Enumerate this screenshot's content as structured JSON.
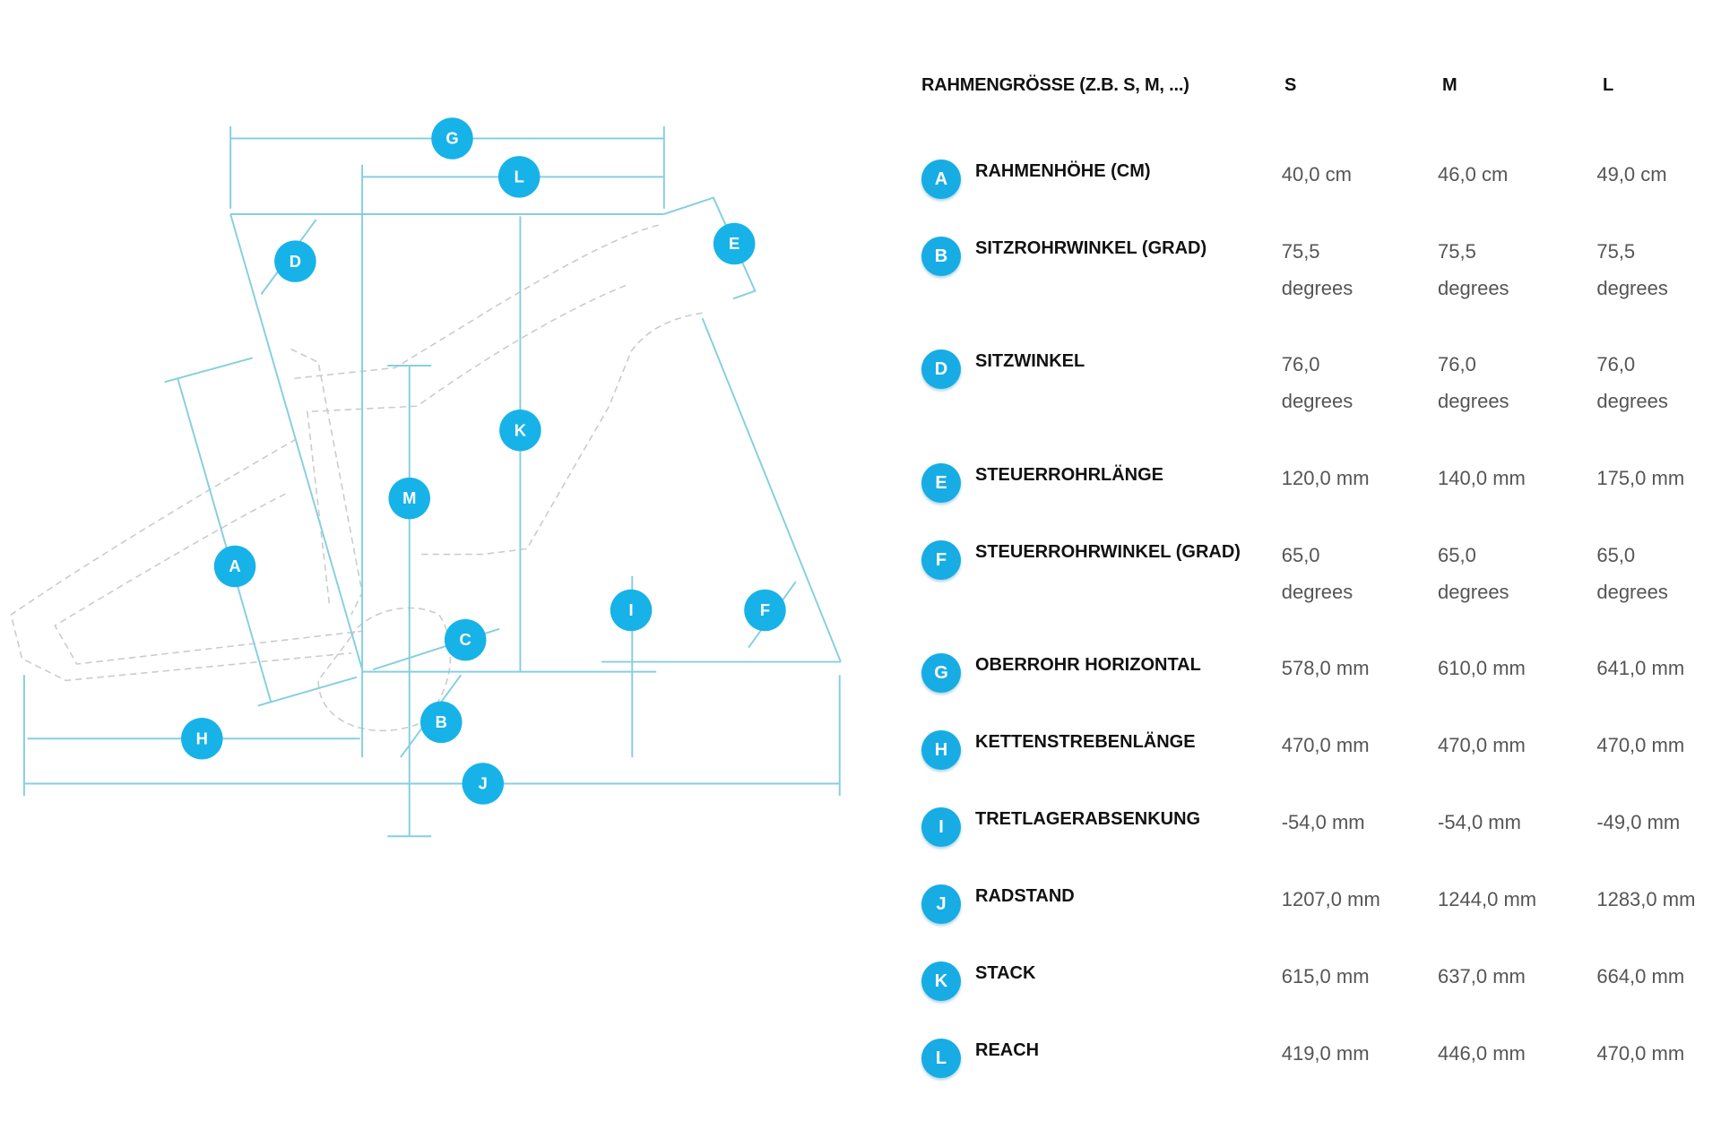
{
  "table": {
    "header": {
      "size_label": "RAHMENGRÖSSE (Z.B. S, M, ...)",
      "sizes": [
        "S",
        "M",
        "L"
      ]
    },
    "rows": [
      {
        "letter": "A",
        "label": "RAHMENHÖHE (CM)",
        "values": [
          "40,0 cm",
          "46,0 cm",
          "49,0 cm"
        ]
      },
      {
        "letter": "B",
        "label": "SITZROHRWINKEL (GRAD)",
        "values": [
          "75,5\ndegrees",
          "75,5\ndegrees",
          "75,5\ndegrees"
        ]
      },
      {
        "letter": "D",
        "label": "SITZWINKEL",
        "values": [
          "76,0\ndegrees",
          "76,0\ndegrees",
          "76,0\ndegrees"
        ]
      },
      {
        "letter": "E",
        "label": "STEUERROHRLÄNGE",
        "values": [
          "120,0 mm",
          "140,0 mm",
          "175,0 mm"
        ]
      },
      {
        "letter": "F",
        "label": "STEUERROHRWINKEL (GRAD)",
        "values": [
          "65,0\ndegrees",
          "65,0\ndegrees",
          "65,0\ndegrees"
        ]
      },
      {
        "letter": "G",
        "label": "OBERROHR HORIZONTAL",
        "values": [
          "578,0 mm",
          "610,0 mm",
          "641,0 mm"
        ]
      },
      {
        "letter": "H",
        "label": "KETTENSTREBENLÄNGE",
        "values": [
          "470,0 mm",
          "470,0 mm",
          "470,0 mm"
        ]
      },
      {
        "letter": "I",
        "label": "TRETLAGERABSENKUNG",
        "values": [
          "-54,0 mm",
          "-54,0 mm",
          "-49,0 mm"
        ]
      },
      {
        "letter": "J",
        "label": "RADSTAND",
        "values": [
          "1207,0 mm",
          "1244,0 mm",
          "1283,0 mm"
        ]
      },
      {
        "letter": "K",
        "label": "STACK",
        "values": [
          "615,0 mm",
          "637,0 mm",
          "664,0 mm"
        ]
      },
      {
        "letter": "L",
        "label": "REACH",
        "values": [
          "419,0 mm",
          "446,0 mm",
          "470,0 mm"
        ]
      }
    ]
  },
  "diagram": {
    "markers": [
      "G",
      "L",
      "D",
      "E",
      "K",
      "M",
      "A",
      "I",
      "F",
      "C",
      "B",
      "H",
      "J"
    ]
  },
  "colors": {
    "accent": "#17ace3",
    "dimension_line": "#86cfe0",
    "frame_outline": "#c9ccce"
  }
}
